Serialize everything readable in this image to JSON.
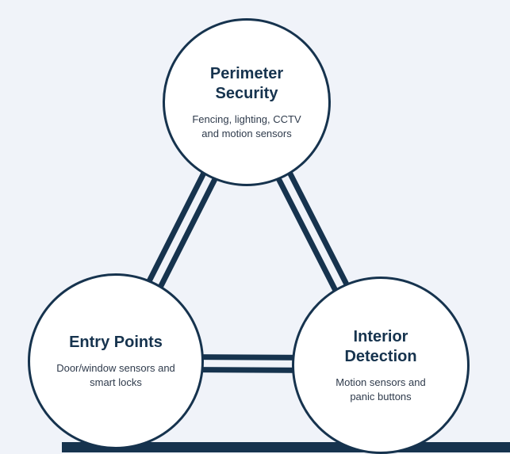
{
  "diagram": {
    "colors": {
      "background": "#f0f3f9",
      "accent": "#16334e",
      "node_fill": "#ffffff",
      "title_text": "#16334e",
      "body_text": "#2f3b4c"
    },
    "nodes": [
      {
        "id": "perimeter-security",
        "title": "Perimeter Security",
        "description": "Fencing, lighting, CCTV and motion sensors"
      },
      {
        "id": "entry-points",
        "title": "Entry Points",
        "description": "Door/window sensors and smart locks"
      },
      {
        "id": "interior-detection",
        "title": "Interior Detection",
        "description": "Motion sensors and panic buttons"
      }
    ],
    "connectors": [
      {
        "from": "perimeter-security",
        "to": "entry-points",
        "style": "double-line"
      },
      {
        "from": "perimeter-security",
        "to": "interior-detection",
        "style": "double-line"
      },
      {
        "from": "entry-points",
        "to": "interior-detection",
        "style": "double-line"
      }
    ]
  }
}
